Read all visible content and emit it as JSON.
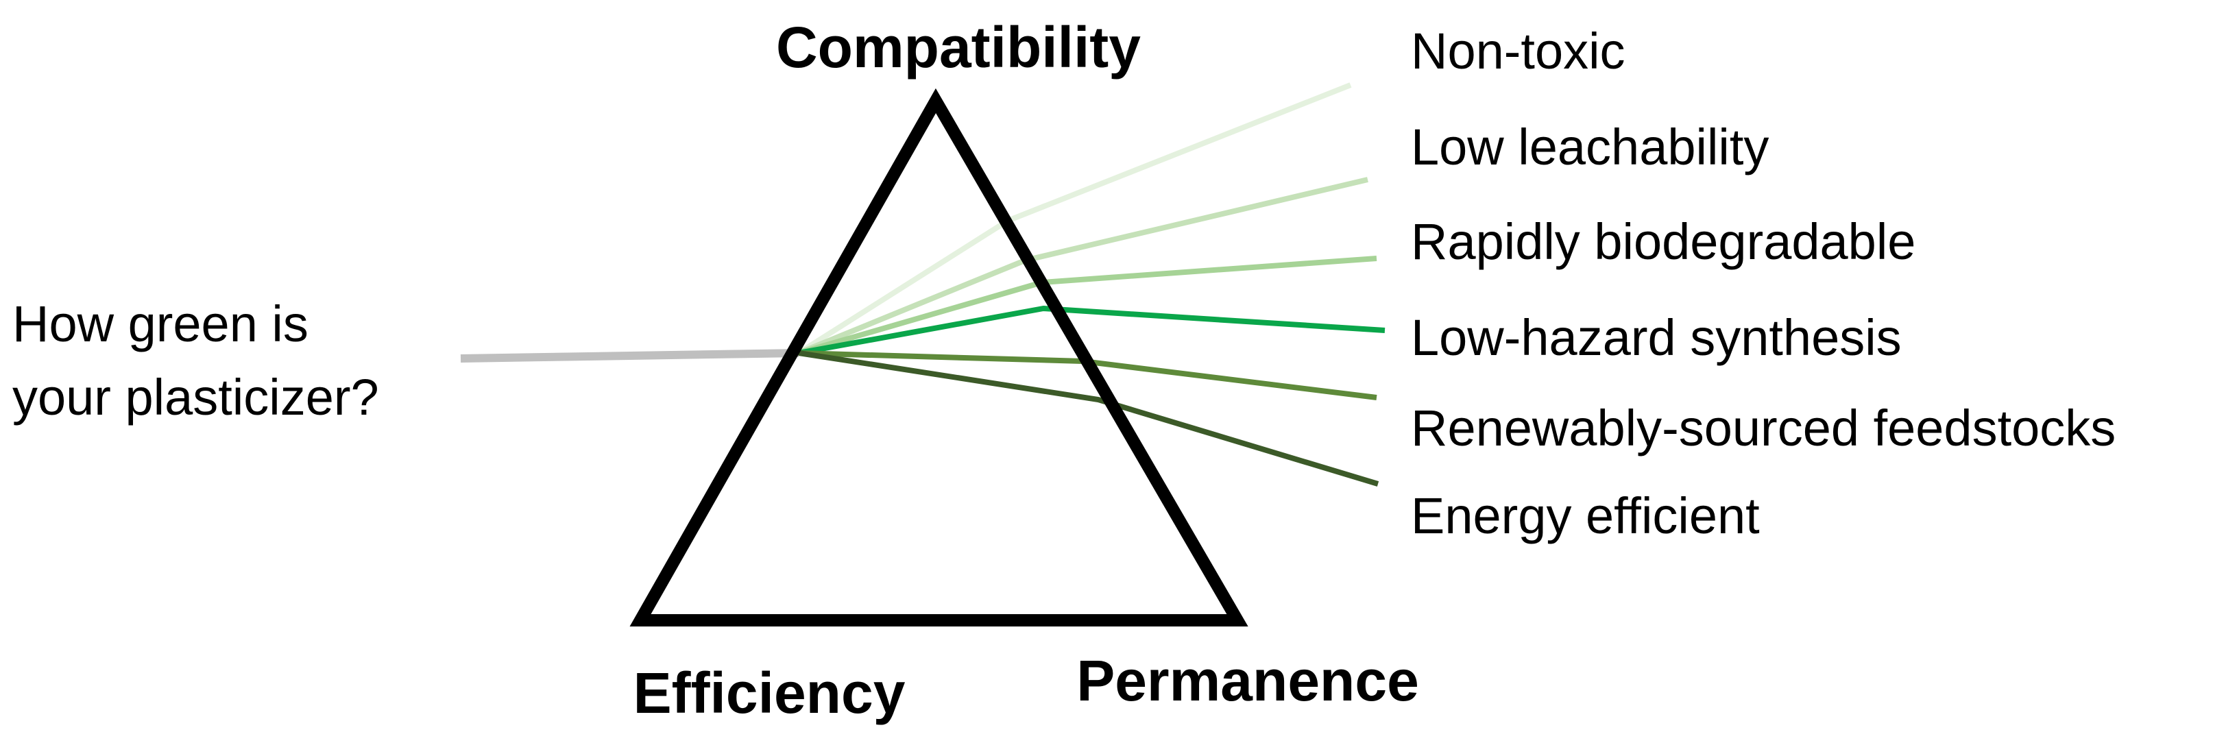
{
  "question": {
    "line1": "How green is",
    "line2": "your plasticizer?"
  },
  "vertices": {
    "top": "Compatibility",
    "bottom_left": "Efficiency",
    "bottom_right": "Permanence"
  },
  "rays": [
    {
      "label": "Non-toxic",
      "color": "#e4f1de"
    },
    {
      "label": "Low leachability",
      "color": "#c5e1b8"
    },
    {
      "label": "Rapidly biodegradable",
      "color": "#a6d396"
    },
    {
      "label": "Low-hazard synthesis",
      "color": "#0aa64a"
    },
    {
      "label": "Renewably-sourced feedstocks",
      "color": "#5e8a3a"
    },
    {
      "label": "Energy efficient",
      "color": "#3c5a28"
    }
  ],
  "colors": {
    "incoming_beam": "#bfbfbf",
    "prism_outline": "#000000"
  }
}
